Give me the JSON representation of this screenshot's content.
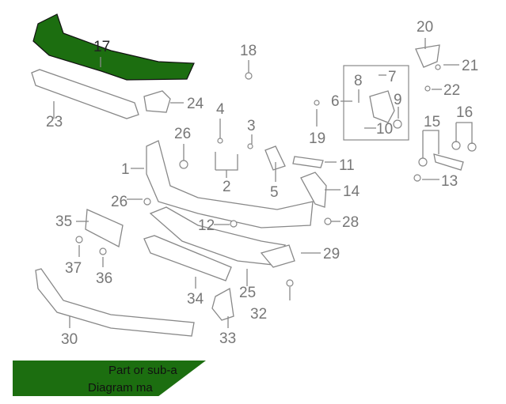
{
  "diagram": {
    "highlight_color": "#1c6e10",
    "highlighted_part": "17",
    "callouts": [
      "17",
      "23",
      "24",
      "18",
      "4",
      "26",
      "3",
      "1",
      "2",
      "5",
      "11",
      "14",
      "19",
      "6",
      "8",
      "7",
      "9",
      "10",
      "20",
      "21",
      "22",
      "15",
      "16",
      "13",
      "12",
      "28",
      "35",
      "37",
      "36",
      "29",
      "25",
      "34",
      "32",
      "30",
      "33",
      "26"
    ]
  },
  "banner": {
    "line1": "Part or sub-a",
    "line2": "Diagram ma"
  }
}
